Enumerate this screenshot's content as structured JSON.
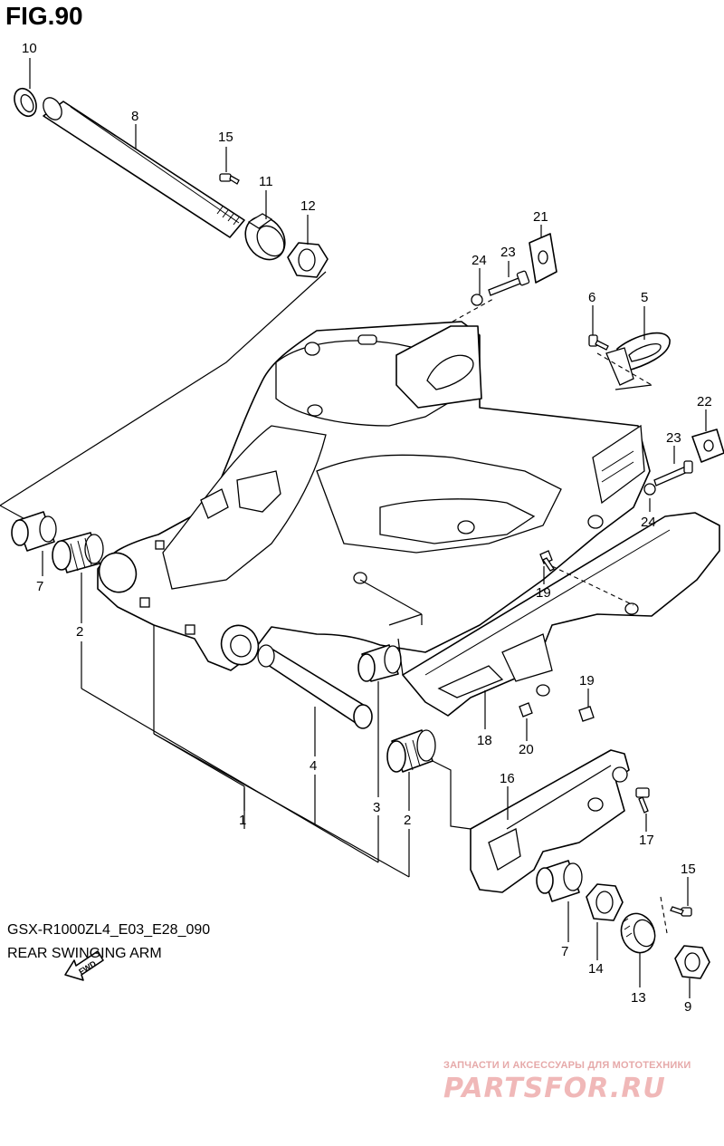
{
  "figure": {
    "title": "FIG.90",
    "model_code": "GSX-R1000ZL4_E03_E28_090",
    "caption": "REAR SWINGING ARM"
  },
  "direction_marker": {
    "label": "FWD"
  },
  "callouts": {
    "c1": "1",
    "c2a": "2",
    "c2b": "2",
    "c3": "3",
    "c4": "4",
    "c5": "5",
    "c6": "6",
    "c7a": "7",
    "c7b": "7",
    "c8": "8",
    "c9": "9",
    "c10": "10",
    "c11": "11",
    "c12": "12",
    "c13": "13",
    "c14": "14",
    "c15a": "15",
    "c15b": "15",
    "c16": "16",
    "c17": "17",
    "c18": "18",
    "c19a": "19",
    "c19b": "19",
    "c20": "20",
    "c21": "21",
    "c22": "22",
    "c23a": "23",
    "c23b": "23",
    "c24a": "24",
    "c24b": "24"
  },
  "watermark": {
    "subtitle": "ЗАПЧАСТИ И АКСЕССУАРЫ ДЛЯ МОТОТЕХНИКИ",
    "brand": "PARTSFOR.RU"
  },
  "colors": {
    "line": "#000000",
    "watermark": "#f0b8b8"
  }
}
